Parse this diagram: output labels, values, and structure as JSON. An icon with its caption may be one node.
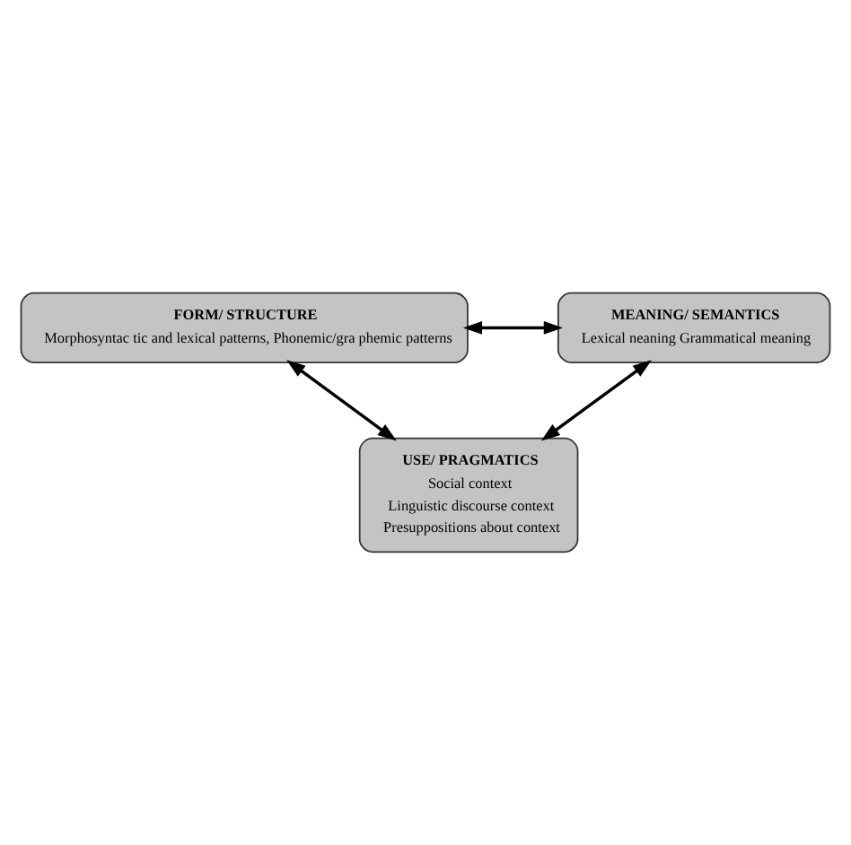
{
  "diagram": {
    "nodes": [
      {
        "text": [
          "FORM/ STRUCTURE",
          "Morphosyntac tic and lexical patterns, Phonemic/gra phemic patterns"
        ]
      },
      {
        "text": [
          "MEANING/ SEMANTICS",
          "Lexical neaning Grammatical meaning"
        ]
      },
      {
        "text": [
          "USE/ PRAGMATICS",
          "Social context",
          "Linguistic discourse context",
          "Presuppositions about context"
        ]
      }
    ],
    "edges": [
      {
        "from": 0,
        "to": 1,
        "arrow": "both"
      },
      {
        "from": 0,
        "to": 2,
        "arrow": "both"
      },
      {
        "from": 1,
        "to": 2,
        "arrow": "both"
      }
    ]
  }
}
